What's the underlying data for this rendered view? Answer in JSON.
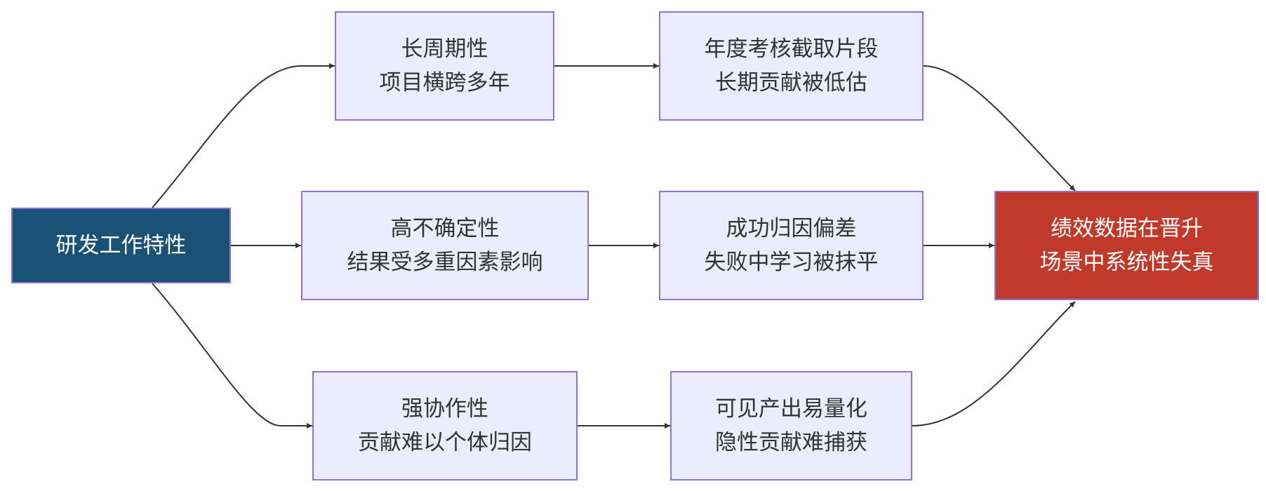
{
  "diagram": {
    "type": "flowchart",
    "direction": "left-to-right",
    "colors": {
      "node_fill": "#ECECFF",
      "node_border": "#9370DB",
      "node_text": "#333333",
      "source_fill": "#1a5276",
      "result_fill": "#c0392b",
      "edge": "#333333"
    },
    "nodes": {
      "source": {
        "lines": [
          "研发工作特性"
        ]
      },
      "long": {
        "lines": [
          "长周期性",
          "项目横跨多年"
        ]
      },
      "uncert": {
        "lines": [
          "高不确定性",
          "结果受多重因素影响"
        ]
      },
      "collab": {
        "lines": [
          "强协作性",
          "贡献难以个体归因"
        ]
      },
      "annual": {
        "lines": [
          "年度考核截取片段",
          "长期贡献被低估"
        ]
      },
      "attrib": {
        "lines": [
          "成功归因偏差",
          "失败中学习被抹平"
        ]
      },
      "visible": {
        "lines": [
          "可见产出易量化",
          "隐性贡献难捕获"
        ]
      },
      "result": {
        "lines": [
          "绩效数据在晋升",
          "场景中系统性失真"
        ]
      }
    },
    "edges": [
      {
        "from": "source",
        "to": "long"
      },
      {
        "from": "source",
        "to": "uncert"
      },
      {
        "from": "source",
        "to": "collab"
      },
      {
        "from": "long",
        "to": "annual"
      },
      {
        "from": "uncert",
        "to": "attrib"
      },
      {
        "from": "collab",
        "to": "visible"
      },
      {
        "from": "annual",
        "to": "result"
      },
      {
        "from": "attrib",
        "to": "result"
      },
      {
        "from": "visible",
        "to": "result"
      }
    ]
  }
}
